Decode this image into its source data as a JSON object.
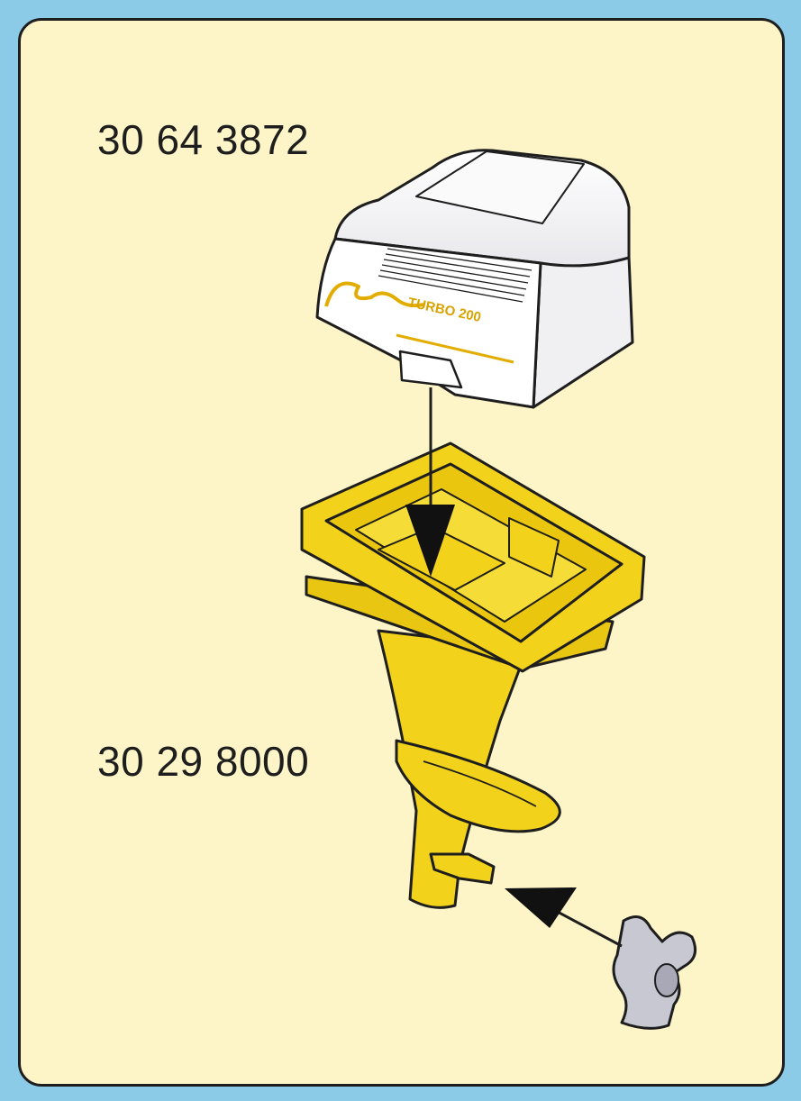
{
  "parts": {
    "cover": {
      "part_number": "30 64 3872",
      "logo_text": "TURBO 200"
    },
    "base": {
      "part_number": "30 29 8000"
    }
  },
  "colors": {
    "background": "#8ccbe8",
    "panel": "#fdf5c8",
    "part_yellow": "#f2d21a",
    "cover_white": "#ffffff",
    "clip_grey": "#c8c8d2",
    "outline": "#1e1e1e"
  },
  "icons": [
    "arrow-down-icon",
    "arrow-left-icon"
  ]
}
